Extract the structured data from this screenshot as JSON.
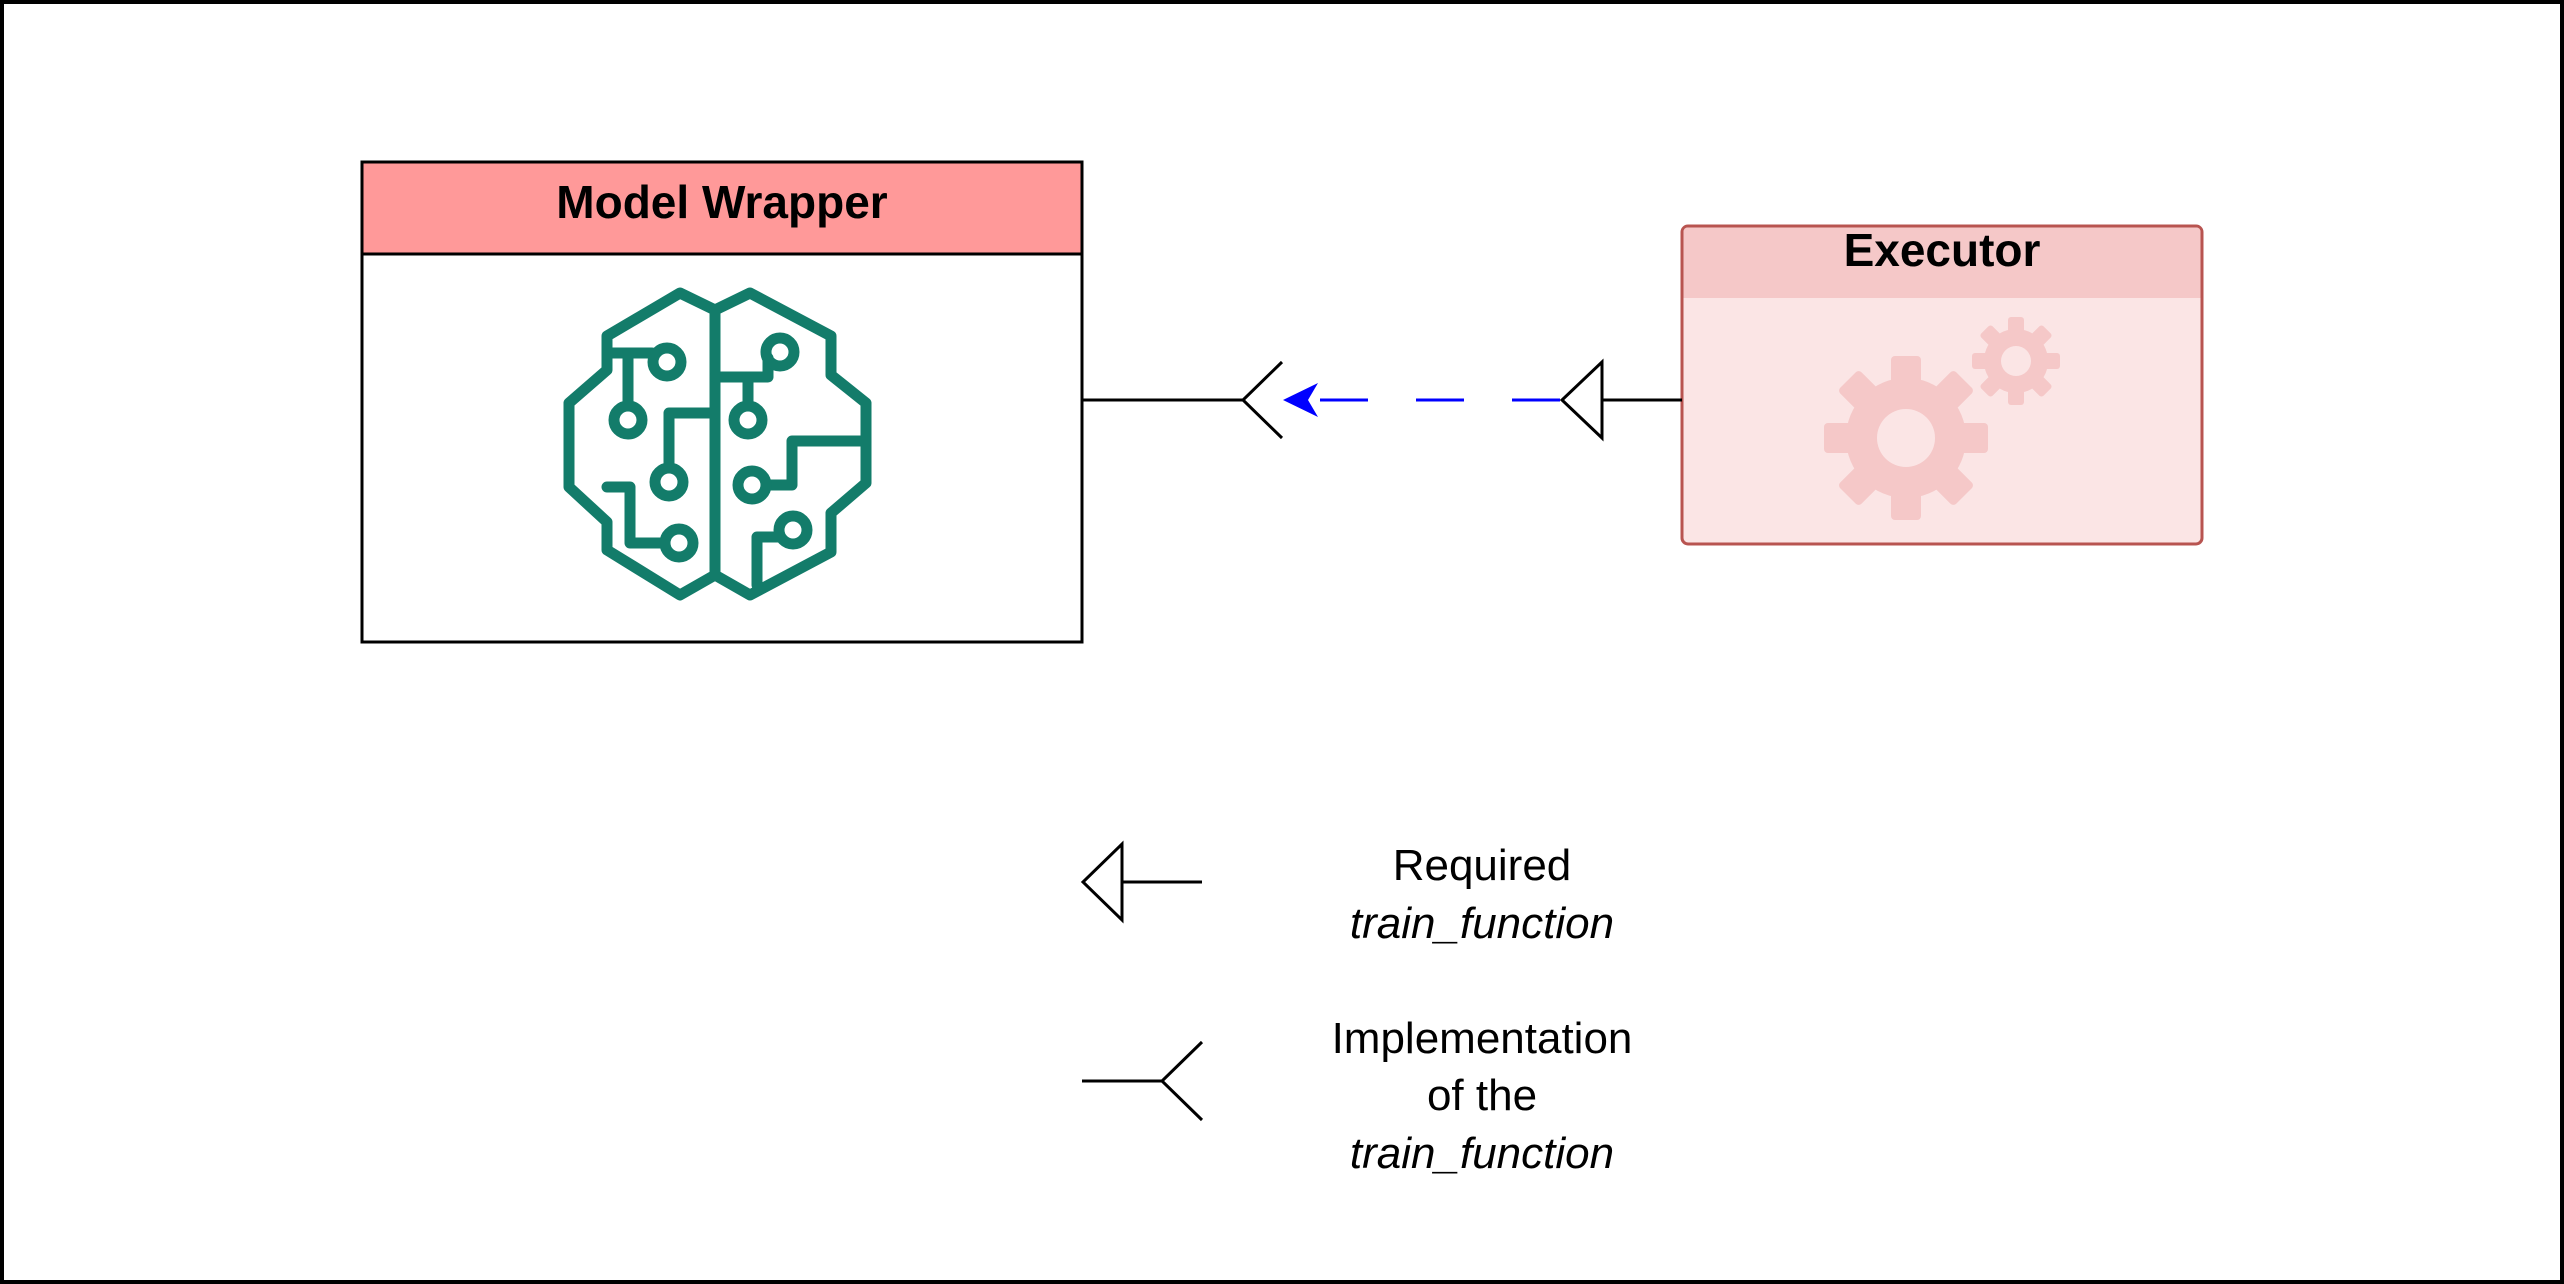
{
  "model_wrapper": {
    "title": "Model Wrapper",
    "icon": "ml-brain-circuit-icon",
    "header_color": "#ff9999",
    "icon_color": "#137c6a"
  },
  "executor": {
    "title": "Executor",
    "icon": "gears-icon",
    "header_color": "#f5c8c8",
    "body_color": "#fbe5e5",
    "border_color": "#b85450"
  },
  "connector": {
    "arrow_color": "#0000ff",
    "style": "dashed"
  },
  "legend": {
    "required": {
      "line1": "Required",
      "line2": "train_function"
    },
    "implementation": {
      "line1": "Implementation",
      "line2": "of the",
      "line3": "train_function"
    }
  }
}
